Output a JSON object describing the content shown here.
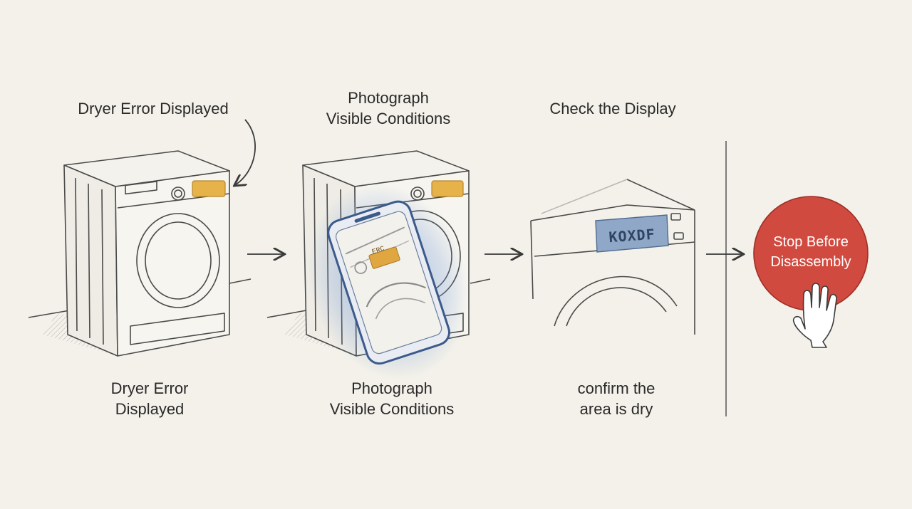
{
  "steps": [
    {
      "top_label": "Dryer Error Displayed",
      "bottom_label": "Dryer Error\nDisplayed"
    },
    {
      "top_label": "Photograph\nVisible Conditions",
      "bottom_label": "Photograph\nVisible Conditions"
    },
    {
      "top_label": "Check the Display",
      "bottom_label": "confirm the\narea is dry",
      "display_readout": "KOXDF"
    }
  ],
  "phone_screen_text": "ERC",
  "stop": {
    "label": "Stop Before\nDisassembly",
    "color": "#d14a3f"
  },
  "colors": {
    "background": "#f3f1e9",
    "error_display": "#e6b24a",
    "display_screen": "#8fa8c9",
    "phone_glow": "#6f98d8",
    "ink": "#4a4a4a"
  },
  "icons": [
    "curved-arrow-icon",
    "right-arrow-icon",
    "hand-icon",
    "phone-icon"
  ]
}
